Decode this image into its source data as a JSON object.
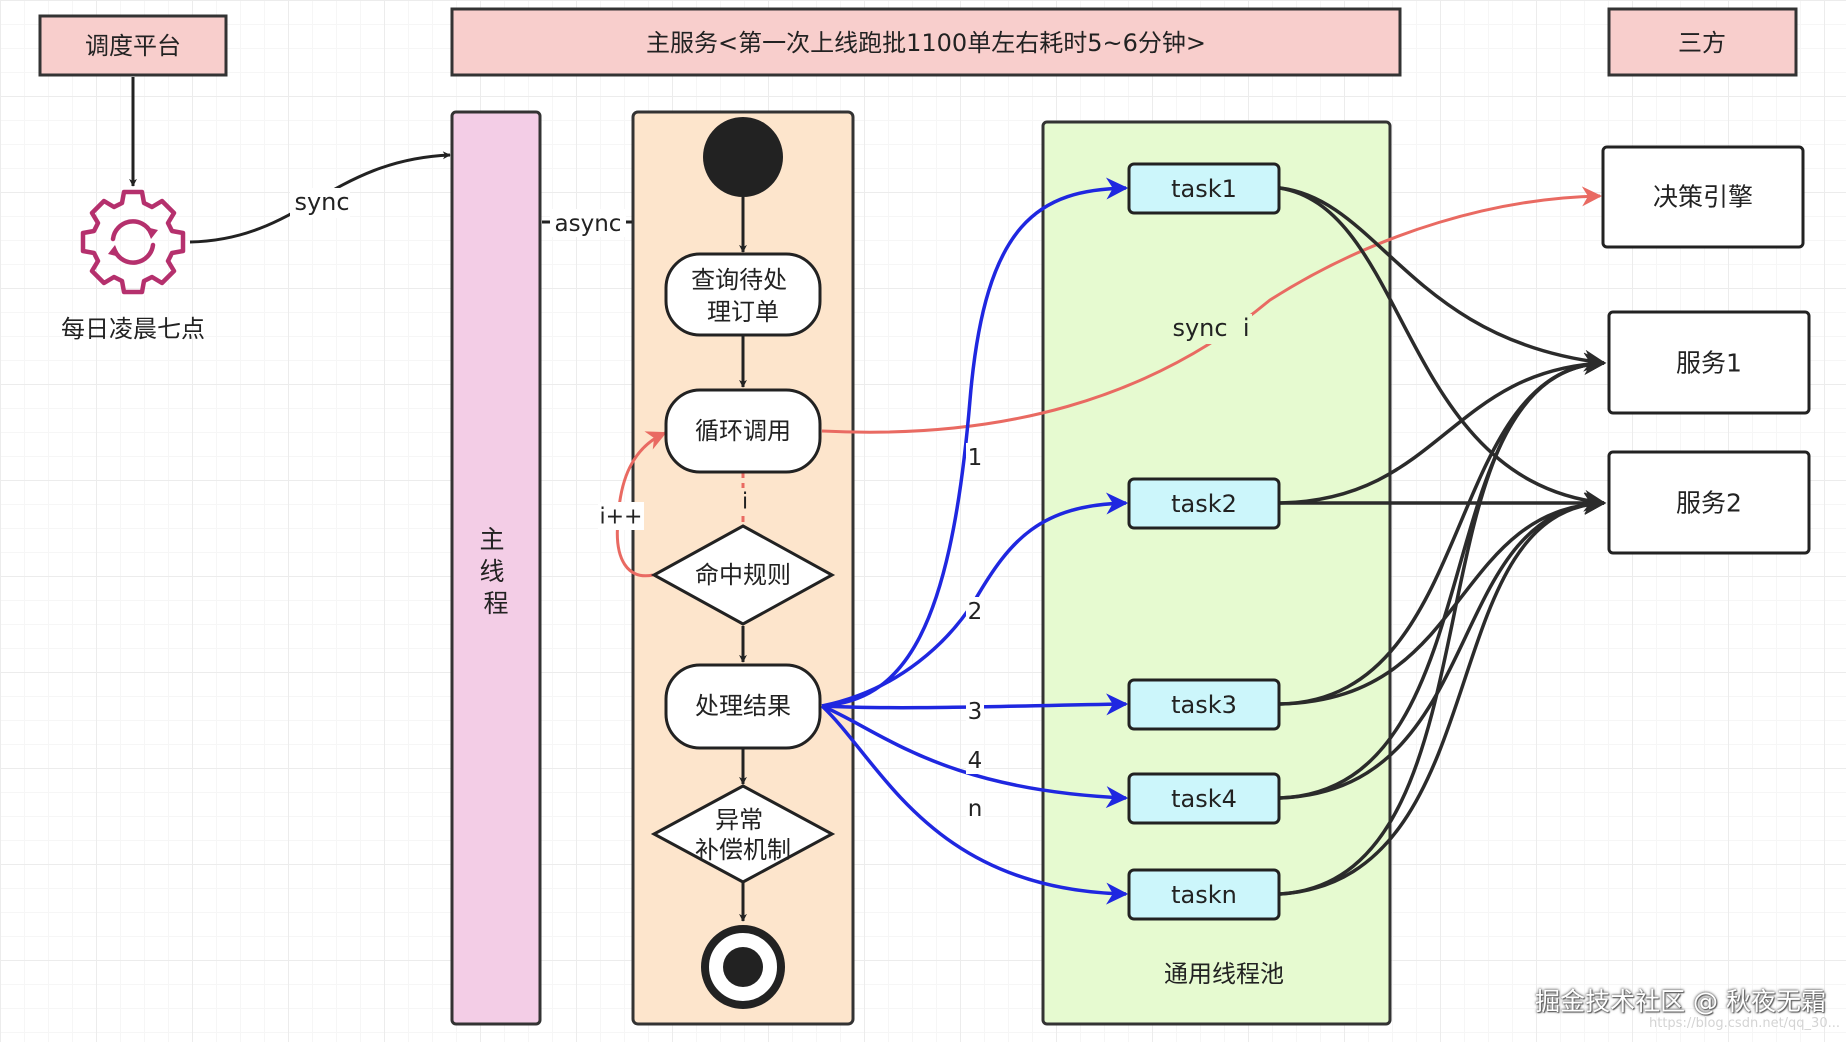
{
  "headers": {
    "scheduler": "调度平台",
    "main_service": "主服务<第一次上线跑批1100单左右耗时5~6分钟>",
    "third_party": "三方"
  },
  "schedule_time": "每日凌晨七点",
  "main_thread": "主线程",
  "edge_labels": {
    "sync": "sync",
    "async": "async",
    "i_plus": "i++",
    "i": "i",
    "sync_i": "sync  i"
  },
  "flow": {
    "query": "查询待处理订单",
    "loop": "循环调用",
    "rule": "命中规则",
    "process": "处理结果",
    "compensate": "异常补偿机制"
  },
  "pool": {
    "label": "通用线程池",
    "tasks": [
      "task1",
      "task2",
      "task3",
      "task4",
      "taskn"
    ],
    "edge_labels": [
      "1",
      "2",
      "3",
      "4",
      "n"
    ]
  },
  "third": {
    "decision": "决策引擎",
    "service1": "服务1",
    "service2": "服务2"
  },
  "watermark": {
    "main": "掘金技术社区 @ 秋夜无霜",
    "sub": "https://blog.csdn.net/qq_30..."
  },
  "colors": {
    "header_fill": "#f8cecc",
    "main_thread_fill": "#f3cde6",
    "flow_lane_fill": "#fde5cc",
    "pool_fill": "#e6fad0",
    "task_fill": "#ccf6fb",
    "blue_edge": "#1f27e0",
    "red_edge": "#e96a62",
    "icon": "#b5306d"
  }
}
